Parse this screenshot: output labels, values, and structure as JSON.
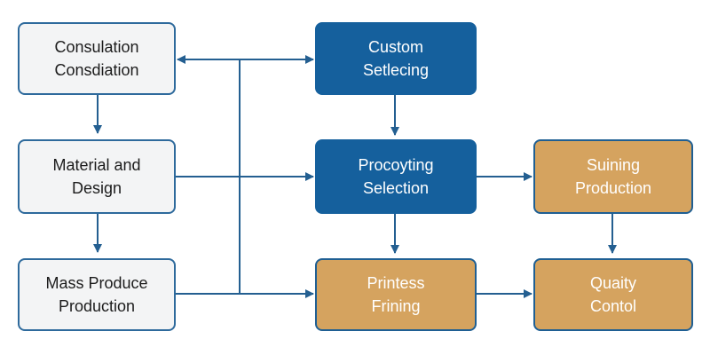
{
  "diagram": {
    "colors": {
      "line": "#245f91",
      "blue_box": "#15609d",
      "gold_box": "#d5a35f",
      "light_box": "#f3f4f5"
    },
    "nodes": {
      "consultation": "Consulation\nConsdiation",
      "material": "Material and\nDesign",
      "mass_produce": "Mass Produce\nProduction",
      "custom": "Custom\nSetlecing",
      "processing": "Procoyting\nSelection",
      "printess": "Printess\nFrining",
      "suining": "Suining\nProduction",
      "quality": "Quaity\nContol"
    }
  }
}
